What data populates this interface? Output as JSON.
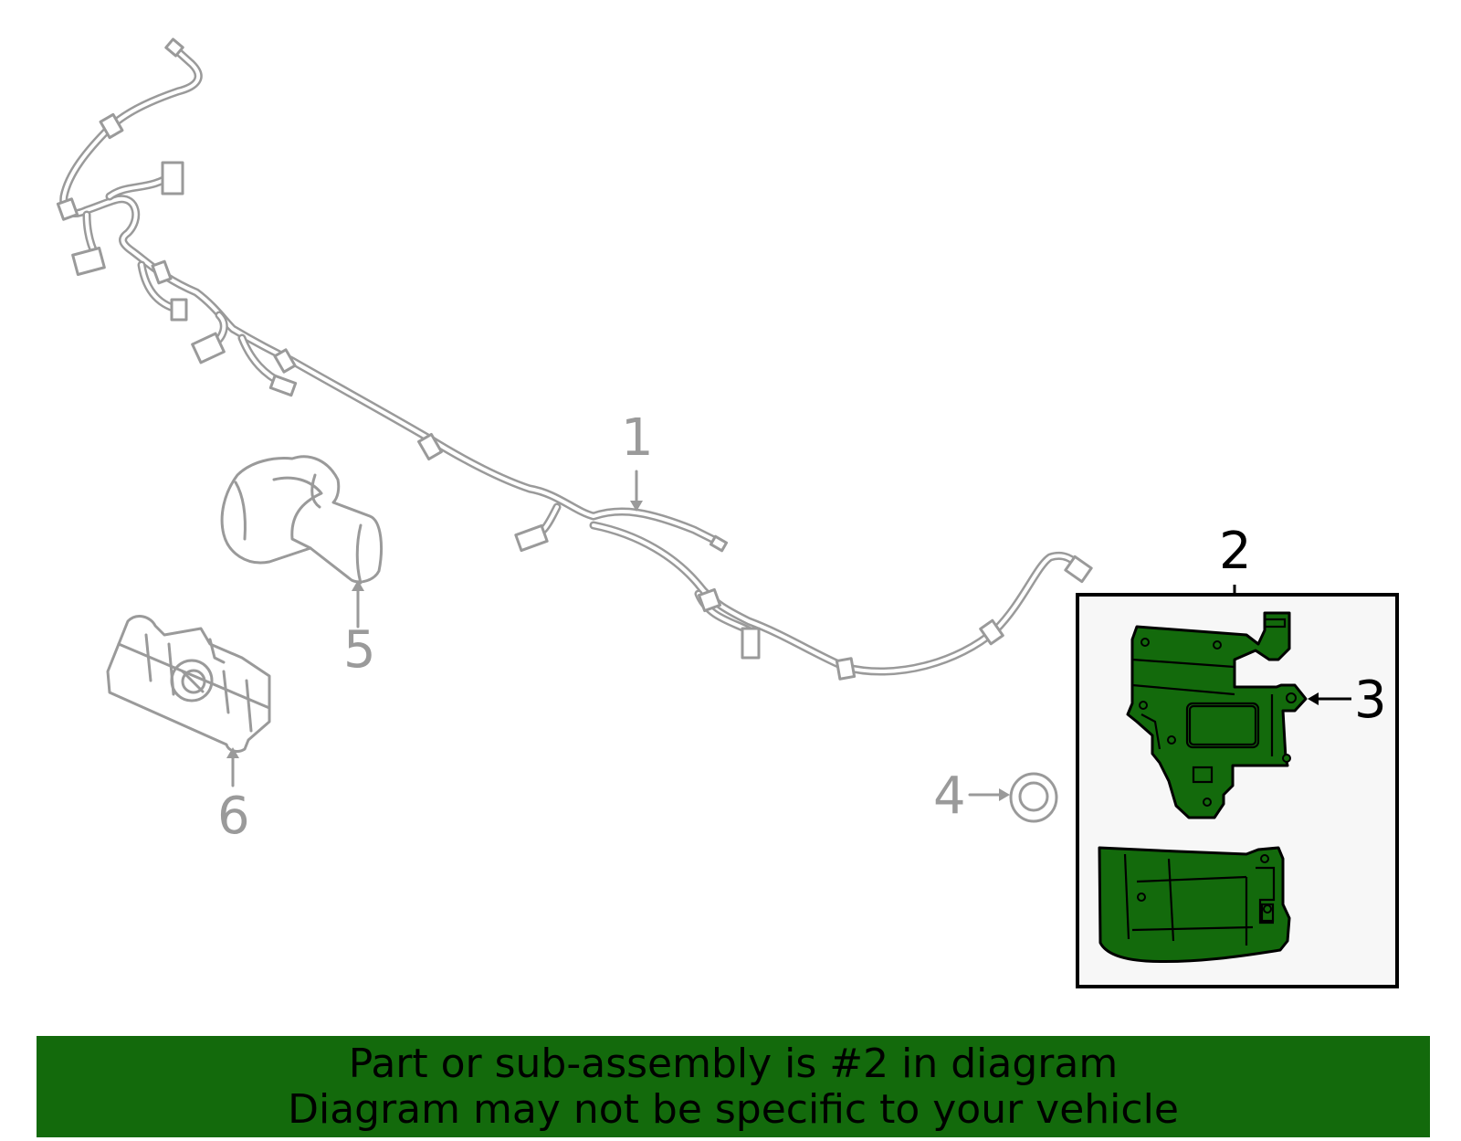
{
  "callouts": {
    "c1": "1",
    "c2": "2",
    "c3": "3",
    "c4": "4",
    "c5": "5",
    "c6": "6"
  },
  "banner": {
    "line1": "Part or sub-assembly is #2 in diagram",
    "line2": "Diagram may not be specific to your vehicle"
  },
  "colors": {
    "highlight": "#136a0c",
    "other_parts": "#9a9a9a",
    "inset_background": "#f7f7f7"
  }
}
